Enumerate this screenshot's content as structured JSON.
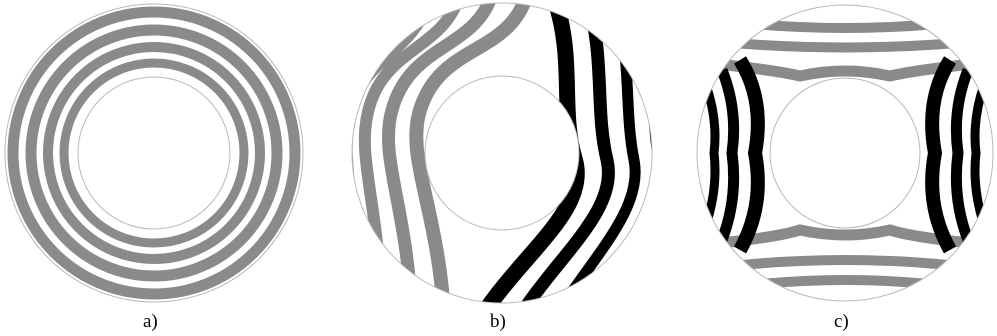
{
  "panels": [
    {
      "label": "a)",
      "pattern": "concentric-rings"
    },
    {
      "label": "b)",
      "pattern": "bent-fringes-two-tone"
    },
    {
      "label": "c)",
      "pattern": "four-lobe-fringes"
    }
  ],
  "colors": {
    "gray_band": "#8a8a8a",
    "black_band": "#000000",
    "outline": "#b8b8b8",
    "background": "#ffffff"
  }
}
